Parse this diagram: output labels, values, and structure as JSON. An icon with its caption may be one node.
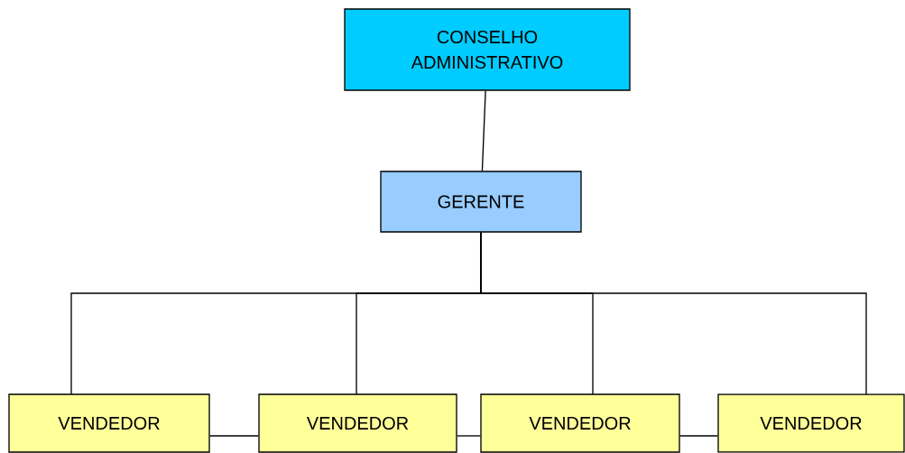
{
  "diagram": {
    "nodes": [
      {
        "text": [
          "CONSELHO ADMINISTRATIVO"
        ]
      },
      {
        "text": [
          "GERENTE"
        ]
      },
      {
        "text": [
          "VENDEDOR"
        ]
      },
      {
        "text": [
          "VENDEDOR"
        ]
      },
      {
        "text": [
          "VENDEDOR"
        ]
      },
      {
        "text": [
          "VENDEDOR"
        ]
      }
    ],
    "edges": [
      {
        "from": 0,
        "to": 1,
        "arrow": "none"
      },
      {
        "from": 1,
        "to": 2,
        "arrow": "none"
      },
      {
        "from": 1,
        "to": 3,
        "arrow": "none"
      },
      {
        "from": 1,
        "to": 4,
        "arrow": "none"
      },
      {
        "from": 1,
        "to": 5,
        "arrow": "none"
      },
      {
        "from": 2,
        "to": 3,
        "arrow": "none"
      },
      {
        "from": 3,
        "to": 4,
        "arrow": "none"
      },
      {
        "from": 4,
        "to": 5,
        "arrow": "none"
      }
    ]
  }
}
